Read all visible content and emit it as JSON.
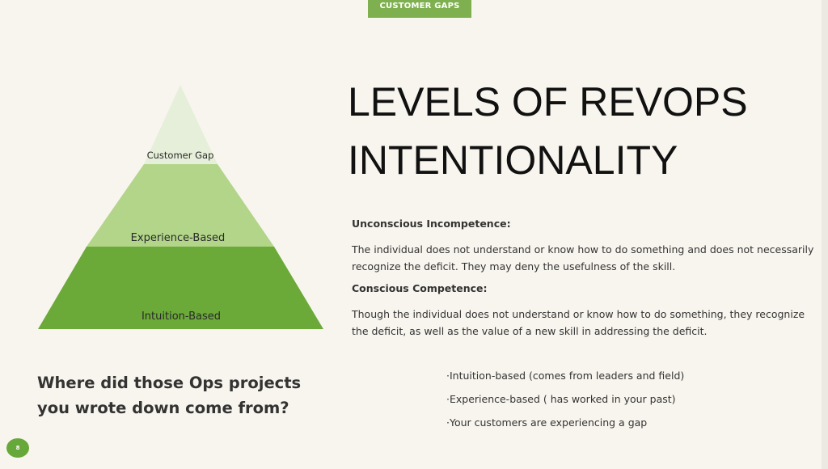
{
  "slide": {
    "section_tag": "CUSTOMER GAPS",
    "title_line1": "LEVELS OF REVOPS",
    "title_line2": "INTENTIONALITY",
    "page_number": "8"
  },
  "pyramid": {
    "levels": [
      {
        "label": "Customer Gap",
        "color": "#e6efd9"
      },
      {
        "label": "Experience-Based",
        "color": "#b2d58a"
      },
      {
        "label": "Intuition-Based",
        "color": "#6ba938"
      }
    ]
  },
  "definitions": [
    {
      "term": "Unconscious Incompetence:",
      "description": "The individual does not understand or know how to do something and does not necessarily recognize the deficit. They may deny the usefulness of the skill."
    },
    {
      "term": "Conscious Competence:",
      "description": "Though the individual does not understand or know how to do something, they recognize the deficit, as well as the value of a new skill in addressing the deficit."
    }
  ],
  "question": "Where did those Ops projects you wrote down come from?",
  "bullets": [
    "·Intuition-based (comes from leaders and field)",
    "·Experience-based ( has worked in your past)",
    "·Your customers are experiencing a gap"
  ],
  "colors": {
    "background": "#f8f5ee",
    "accent": "#7fb04f"
  }
}
